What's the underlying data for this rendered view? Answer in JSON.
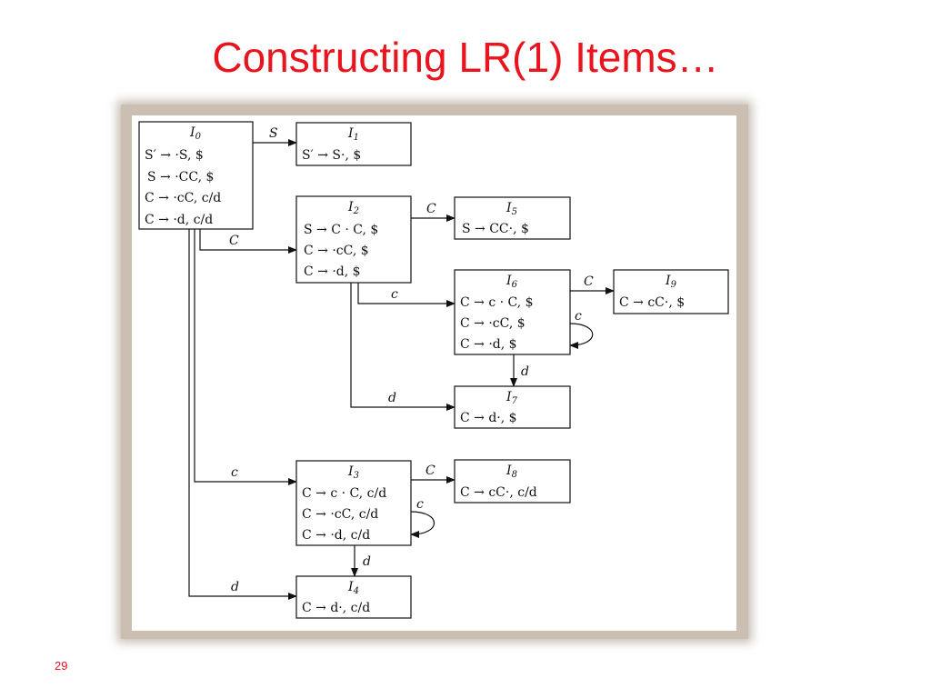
{
  "slide": {
    "title": "Constructing LR(1) Items…",
    "number": "29"
  },
  "diagram": {
    "states": [
      {
        "id": "I0",
        "label": "I",
        "sub": "0",
        "items": [
          "S′ → ·S, $",
          "S → ·CC, $",
          "C → ·cC, c/d",
          "C → ·d, c/d"
        ]
      },
      {
        "id": "I1",
        "label": "I",
        "sub": "1",
        "items": [
          "S′ → S·, $"
        ]
      },
      {
        "id": "I2",
        "label": "I",
        "sub": "2",
        "items": [
          "S → C · C, $",
          "C → ·cC, $",
          "C → ·d, $"
        ]
      },
      {
        "id": "I5",
        "label": "I",
        "sub": "5",
        "items": [
          "S → CC·, $"
        ]
      },
      {
        "id": "I6",
        "label": "I",
        "sub": "6",
        "items": [
          "C → c · C, $",
          "C → ·cC, $",
          "C → ·d, $"
        ]
      },
      {
        "id": "I9",
        "label": "I",
        "sub": "9",
        "items": [
          "C → cC·, $"
        ]
      },
      {
        "id": "I7",
        "label": "I",
        "sub": "7",
        "items": [
          "C → d·, $"
        ]
      },
      {
        "id": "I3",
        "label": "I",
        "sub": "3",
        "items": [
          "C → c · C, c/d",
          "C → ·cC, c/d",
          "C → ·d, c/d"
        ]
      },
      {
        "id": "I8",
        "label": "I",
        "sub": "8",
        "items": [
          "C → cC·, c/d"
        ]
      },
      {
        "id": "I4",
        "label": "I",
        "sub": "4",
        "items": [
          "C → d·, c/d"
        ]
      }
    ],
    "edges": [
      {
        "from": "I0",
        "to": "I1",
        "symbol": "S"
      },
      {
        "from": "I0",
        "to": "I2",
        "symbol": "C"
      },
      {
        "from": "I0",
        "to": "I3",
        "symbol": "c"
      },
      {
        "from": "I0",
        "to": "I4",
        "symbol": "d"
      },
      {
        "from": "I2",
        "to": "I5",
        "symbol": "C"
      },
      {
        "from": "I2",
        "to": "I6",
        "symbol": "c"
      },
      {
        "from": "I2",
        "to": "I7",
        "symbol": "d"
      },
      {
        "from": "I6",
        "to": "I9",
        "symbol": "C"
      },
      {
        "from": "I6",
        "to": "I6",
        "symbol": "c"
      },
      {
        "from": "I6",
        "to": "I7",
        "symbol": "d"
      },
      {
        "from": "I3",
        "to": "I8",
        "symbol": "C"
      },
      {
        "from": "I3",
        "to": "I3",
        "symbol": "c"
      },
      {
        "from": "I3",
        "to": "I4",
        "symbol": "d"
      }
    ]
  }
}
